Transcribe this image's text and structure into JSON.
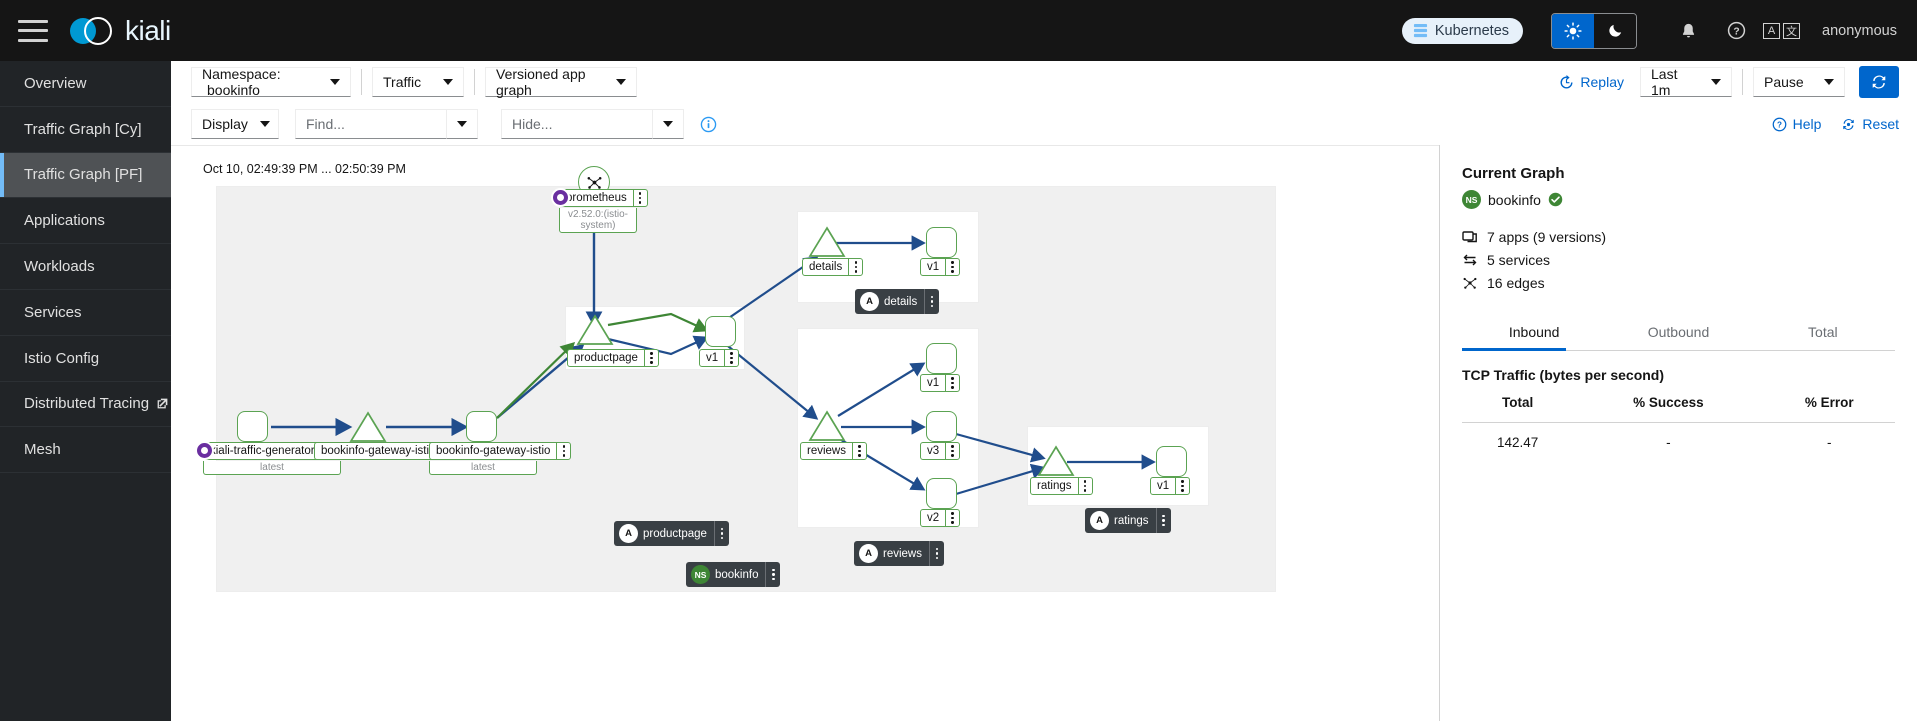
{
  "masthead": {
    "brand": "kiali",
    "cluster_badge": "Kubernetes",
    "user": "anonymous",
    "menu_icon": "hamburger-icon",
    "theme_light_icon": "sun-icon",
    "theme_dark_icon": "moon-icon",
    "bell_icon": "bell-icon",
    "help_icon": "question-circle-icon",
    "lang_a": "A",
    "lang_b": "文"
  },
  "sidebar": {
    "items": [
      {
        "label": "Overview",
        "active": false,
        "external": false
      },
      {
        "label": "Traffic Graph [Cy]",
        "active": false,
        "external": false
      },
      {
        "label": "Traffic Graph [PF]",
        "active": true,
        "external": false
      },
      {
        "label": "Applications",
        "active": false,
        "external": false
      },
      {
        "label": "Workloads",
        "active": false,
        "external": false
      },
      {
        "label": "Services",
        "active": false,
        "external": false
      },
      {
        "label": "Istio Config",
        "active": false,
        "external": false
      },
      {
        "label": "Distributed Tracing",
        "active": false,
        "external": true
      },
      {
        "label": "Mesh",
        "active": false,
        "external": false
      }
    ]
  },
  "toolbar": {
    "namespace_label": "Namespace:",
    "namespace_value": "bookinfo",
    "traffic_label": "Traffic",
    "graph_type": "Versioned app graph",
    "replay": "Replay",
    "time_range": "Last 1m",
    "refresh_interval": "Pause",
    "refresh_icon": "sync-icon",
    "display": "Display",
    "find_placeholder": "Find...",
    "find_value": "",
    "hide_placeholder": "Hide...",
    "hide_value": "",
    "info_icon": "info-circle-icon",
    "help": "Help",
    "reset": "Reset"
  },
  "graph": {
    "timestamp": "Oct 10, 02:49:39 PM ... 02:50:39 PM",
    "nodes": [
      {
        "id": "prometheus",
        "label": "prometheus",
        "sublabel": "v2.52.0:(istio-system)",
        "shape": "square",
        "badge": "root"
      },
      {
        "id": "productpage-svc",
        "label": "productpage",
        "shape": "triangle"
      },
      {
        "id": "productpage-v1",
        "label": "v1",
        "shape": "square"
      },
      {
        "id": "details-svc",
        "label": "details",
        "shape": "triangle"
      },
      {
        "id": "details-v1",
        "label": "v1",
        "shape": "square"
      },
      {
        "id": "reviews-svc",
        "label": "reviews",
        "shape": "triangle"
      },
      {
        "id": "reviews-v1",
        "label": "v1",
        "shape": "square"
      },
      {
        "id": "reviews-v2",
        "label": "v2",
        "shape": "square"
      },
      {
        "id": "reviews-v3",
        "label": "v3",
        "shape": "square"
      },
      {
        "id": "ratings-svc",
        "label": "ratings",
        "shape": "triangle"
      },
      {
        "id": "ratings-v1",
        "label": "v1",
        "shape": "square"
      },
      {
        "id": "kiali-traffic-generator",
        "label": "kiali-traffic-generator",
        "sublabel": "latest",
        "shape": "square",
        "badge": "root"
      },
      {
        "id": "bookinfo-gateway-svc",
        "label": "bookinfo-gateway-istio",
        "shape": "triangle"
      },
      {
        "id": "bookinfo-gateway-wl",
        "label": "bookinfo-gateway-istio",
        "sublabel": "latest",
        "shape": "square"
      }
    ],
    "group_chips": [
      {
        "id": "details",
        "type": "A",
        "label": "details"
      },
      {
        "id": "productpage",
        "type": "A",
        "label": "productpage"
      },
      {
        "id": "reviews",
        "type": "A",
        "label": "reviews"
      },
      {
        "id": "ratings",
        "type": "A",
        "label": "ratings"
      },
      {
        "id": "bookinfo-ns",
        "type": "NS",
        "label": "bookinfo"
      }
    ]
  },
  "side_panel": {
    "title": "Current Graph",
    "namespace": "bookinfo",
    "ns_badge": "NS",
    "stats": [
      {
        "icon": "apps-icon",
        "text": "7 apps (9 versions)"
      },
      {
        "icon": "services-icon",
        "text": "5 services"
      },
      {
        "icon": "edges-icon",
        "text": "16 edges"
      }
    ],
    "tabs": [
      {
        "label": "Inbound",
        "active": true
      },
      {
        "label": "Outbound",
        "active": false
      },
      {
        "label": "Total",
        "active": false
      }
    ],
    "section_title": "TCP Traffic (bytes per second)",
    "table": {
      "headers": [
        "Total",
        "% Success",
        "% Error"
      ],
      "rows": [
        [
          "142.47",
          "-",
          "-"
        ]
      ]
    }
  },
  "colors": {
    "accent": "#0066cc",
    "edge_blue": "#204d8c",
    "edge_green": "#3e8635",
    "node_border": "#5ba352",
    "badge_purple": "#6a2fa0",
    "ns_green": "#3e8635",
    "masthead_bg": "#151515",
    "sidebar_bg": "#212427"
  }
}
